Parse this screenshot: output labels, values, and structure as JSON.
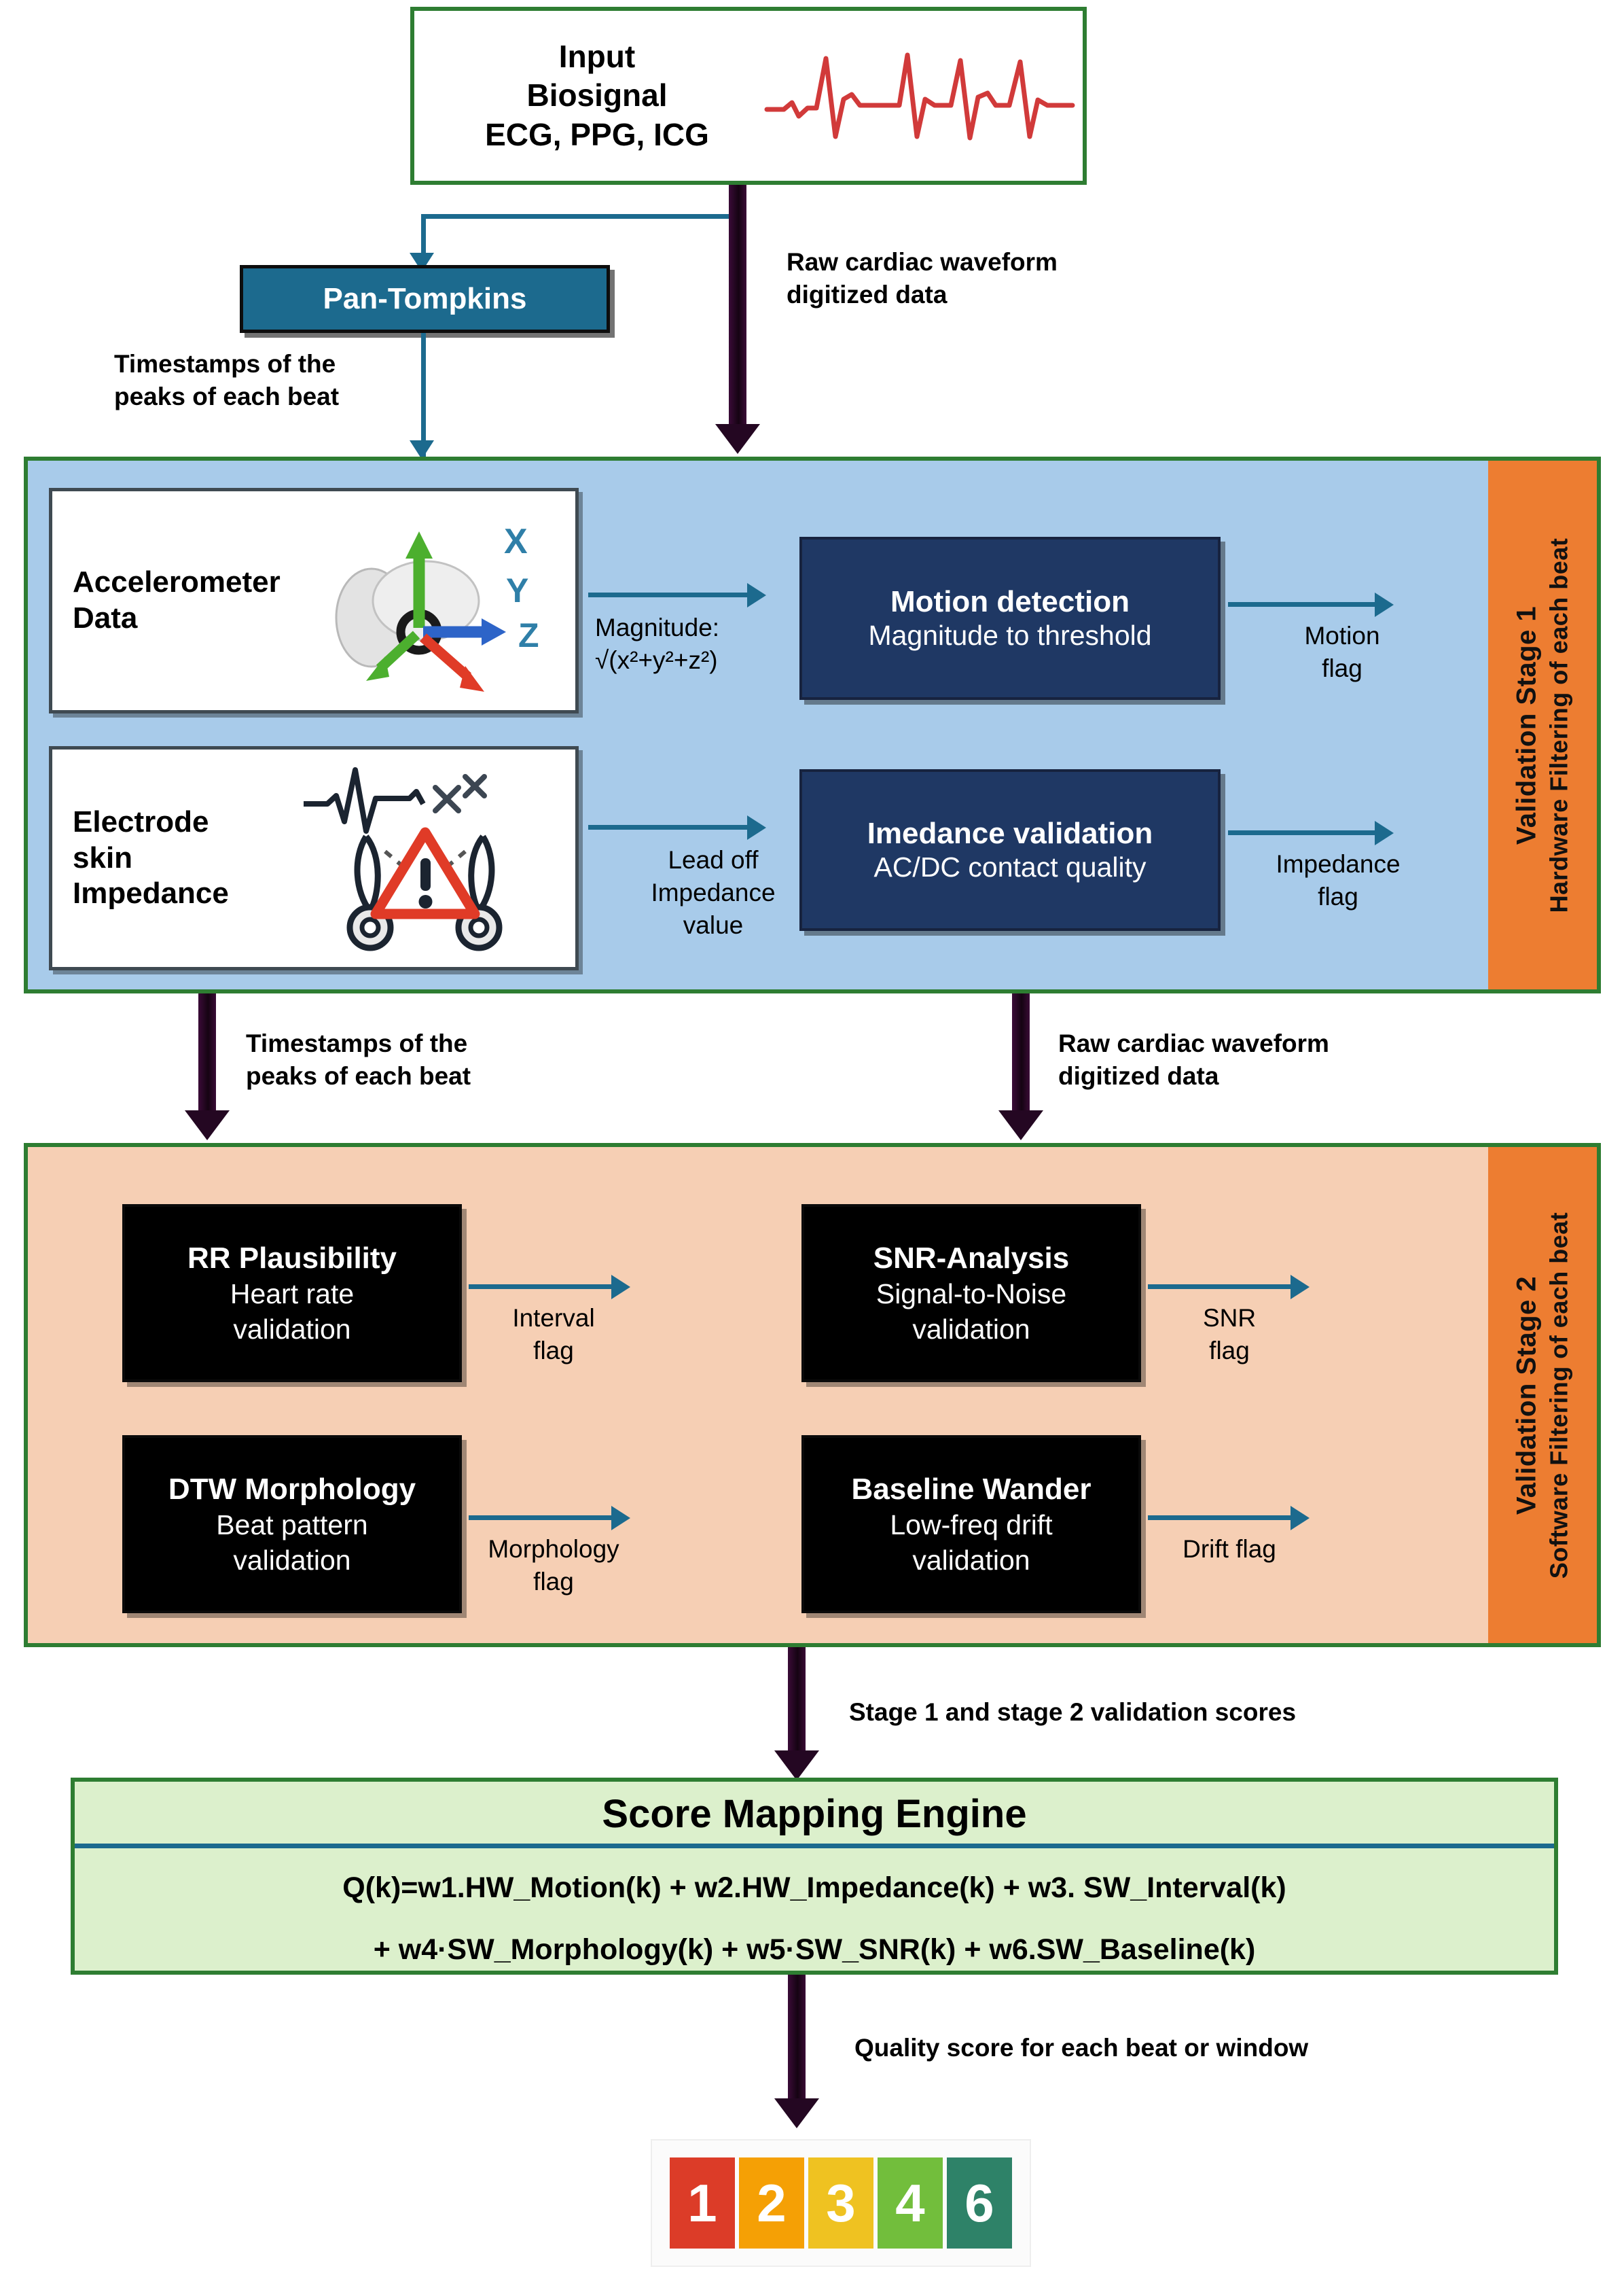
{
  "input": {
    "title_line1": "Input",
    "title_line2": "Biosignal",
    "title_line3": "ECG, PPG, ICG",
    "waveform_icon": "ecg-waveform"
  },
  "pan_tompkins": {
    "label": "Pan-Tompkins"
  },
  "top_labels": {
    "raw_waveform": "Raw cardiac waveform\ndigitized data",
    "timestamps": "Timestamps of the\npeaks of each beat"
  },
  "stage1": {
    "sidebar_line1": "Validation Stage 1",
    "sidebar_line2": "Hardware Filtering of each beat",
    "accel_card": {
      "title_line1": "Accelerometer",
      "title_line2": "Data",
      "axes": [
        "X",
        "Y",
        "Z"
      ],
      "icon": "accelerometer-axes-icon"
    },
    "accel_arrow_label_line1": "Magnitude:",
    "accel_arrow_label_line2": "√(x²+y²+z²)",
    "motion_box": {
      "title": "Motion detection",
      "subtitle": "Magnitude to threshold"
    },
    "motion_flag": "Motion\nflag",
    "electrode_card": {
      "title_line1": "Electrode",
      "title_line2": "skin",
      "title_line3": "Impedance",
      "icon": "electrode-leadoff-warning-icon"
    },
    "electrode_arrow_label": "Lead off\nImpedance\nvalue",
    "impedance_box": {
      "title": "Imedance validation",
      "subtitle": "AC/DC contact quality"
    },
    "impedance_flag": "Impedance\nflag"
  },
  "mid_labels": {
    "timestamps": "Timestamps of the\npeaks of each beat",
    "raw_waveform": "Raw cardiac waveform\ndigitized data"
  },
  "stage2": {
    "sidebar_line1": "Validation Stage 2",
    "sidebar_line2": "Software Filtering of each beat",
    "boxes": [
      {
        "title": "RR Plausibility",
        "subtitle": "Heart rate\nvalidation",
        "flag": "Interval\nflag"
      },
      {
        "title": "SNR-Analysis",
        "subtitle": "Signal-to-Noise\nvalidation",
        "flag": "SNR\nflag"
      },
      {
        "title": "DTW Morphology",
        "subtitle": "Beat pattern\nvalidation",
        "flag": "Morphology\nflag"
      },
      {
        "title": "Baseline Wander",
        "subtitle": "Low-freq drift\nvalidation",
        "flag": "Drift flag"
      }
    ]
  },
  "engine_arrow_label": "Stage 1 and stage 2 validation scores",
  "engine": {
    "title": "Score Mapping Engine",
    "equation_line1": "Q(k)=w1.HW_Motion(k) + w2.HW_Impedance(k) + w3. SW_Interval(k)",
    "equation_line2": "+ w4·SW_Morphology(k) + w5·SW_SNR(k) + w6.SW_Baseline(k)"
  },
  "output_arrow_label": "Quality score for each beat or window",
  "score_scale": {
    "values": [
      "1",
      "2",
      "3",
      "4",
      "6"
    ],
    "colors": [
      "#DC3C28",
      "#F5A005",
      "#EFC221",
      "#72BE3C",
      "#2E8268"
    ]
  },
  "colors": {
    "green_border": "#2E7D32",
    "stage1_fill": "#A8CBEA",
    "stage2_fill": "#F6CFB4",
    "sidebar_orange": "#ED7D31",
    "dark_box": "#1F3864",
    "black_box": "#000000",
    "teal_arrow": "#1C6A8E",
    "thick_arrow": "#240722",
    "engine_fill": "#DCF0CC",
    "ecg_red": "#D13A3A"
  }
}
